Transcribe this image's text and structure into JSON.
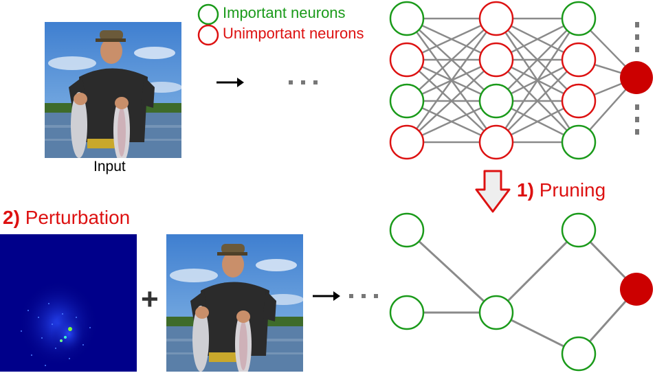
{
  "input_label": "Input",
  "legend": {
    "important": "Important neurons",
    "unimportant": "Unimportant neurons"
  },
  "steps": {
    "pruning": {
      "number": "1)",
      "text": "Pruning"
    },
    "perturbation": {
      "number": "2)",
      "text": "Perturbation"
    }
  },
  "plus_symbol": "+",
  "colors": {
    "important": "#1a9a1a",
    "unimportant": "#dd1111",
    "output": "#cc0000",
    "edge": "#8a8a8a"
  },
  "icons": {
    "arrow": "right-arrow-icon",
    "ellipsis": "ellipsis-icon",
    "down_arrow": "down-arrow-icon"
  }
}
